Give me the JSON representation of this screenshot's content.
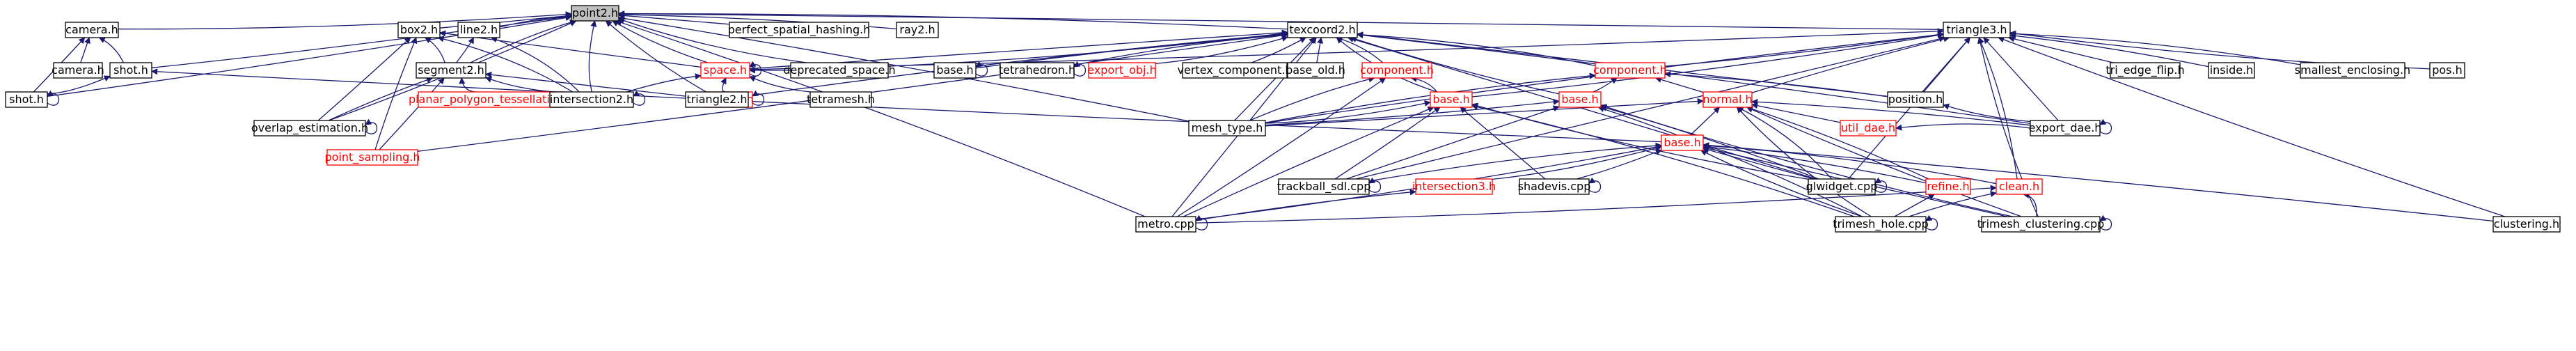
{
  "colors": {
    "edge": "#191970",
    "arrow": "#191970",
    "node_border": "#000000",
    "node_border_incomplete": "#ff0000",
    "node_fill": "#ffffff",
    "root_fill": "#bfbfbf",
    "text": "#000000",
    "text_incomplete": "#ff0000"
  },
  "nodes": [
    {
      "id": "point2",
      "label": "point2.h",
      "root": true
    },
    {
      "id": "camera",
      "label": "camera.h"
    },
    {
      "id": "camera2",
      "label": "camera.h"
    },
    {
      "id": "shot",
      "label": "shot.h"
    },
    {
      "id": "shot2",
      "label": "shot.h"
    },
    {
      "id": "box2",
      "label": "box2.h"
    },
    {
      "id": "line2",
      "label": "line2.h"
    },
    {
      "id": "segment2",
      "label": "segment2.h"
    },
    {
      "id": "planar",
      "label": "planar_polygon_tessellation.h",
      "incomplete": true
    },
    {
      "id": "intersection2",
      "label": "intersection2.h"
    },
    {
      "id": "overlap",
      "label": "overlap_estimation.h"
    },
    {
      "id": "point_sampling",
      "label": "point_sampling.h",
      "incomplete": true
    },
    {
      "id": "perfect",
      "label": "perfect_spatial_hashing.h"
    },
    {
      "id": "ray2",
      "label": "ray2.h"
    },
    {
      "id": "texcoord2",
      "label": "texcoord2.h"
    },
    {
      "id": "space",
      "label": "space.h",
      "incomplete": true
    },
    {
      "id": "deprecated",
      "label": "deprecated_space.h"
    },
    {
      "id": "addons",
      "label": "addons.h",
      "incomplete": true
    },
    {
      "id": "tetramesh",
      "label": "tetramesh.h"
    },
    {
      "id": "triangle2",
      "label": "triangle2.h"
    },
    {
      "id": "base_h1",
      "label": "base.h"
    },
    {
      "id": "tetrahedron",
      "label": "tetrahedron.h"
    },
    {
      "id": "export_obj",
      "label": "export_obj.h",
      "incomplete": true
    },
    {
      "id": "vertex_component",
      "label": "vertex_component.h"
    },
    {
      "id": "base_old",
      "label": "base_old.h"
    },
    {
      "id": "component1",
      "label": "component.h",
      "incomplete": true
    },
    {
      "id": "component2",
      "label": "component.h",
      "incomplete": true
    },
    {
      "id": "base_h2",
      "label": "base.h",
      "incomplete": true
    },
    {
      "id": "base_h3",
      "label": "base.h",
      "incomplete": true
    },
    {
      "id": "normal",
      "label": "normal.h",
      "incomplete": true
    },
    {
      "id": "base_h4",
      "label": "base.h",
      "incomplete": true
    },
    {
      "id": "mesh_type",
      "label": "mesh_type.h"
    },
    {
      "id": "util_dae",
      "label": "util_dae.h",
      "incomplete": true
    },
    {
      "id": "export_dae",
      "label": "export_dae.h"
    },
    {
      "id": "position",
      "label": "position.h"
    },
    {
      "id": "triangle3",
      "label": "triangle3.h"
    },
    {
      "id": "tri_edge_flip",
      "label": "tri_edge_flip.h"
    },
    {
      "id": "inside",
      "label": "inside.h"
    },
    {
      "id": "smallest",
      "label": "smallest_enclosing.h"
    },
    {
      "id": "pos",
      "label": "pos.h"
    },
    {
      "id": "trackball_sdl",
      "label": "trackball_sdl.cpp"
    },
    {
      "id": "intersection3",
      "label": "intersection3.h",
      "incomplete": true
    },
    {
      "id": "shadevis",
      "label": "shadevis.cpp"
    },
    {
      "id": "glwidget",
      "label": "glwidget.cpp"
    },
    {
      "id": "refine",
      "label": "refine.h",
      "incomplete": true
    },
    {
      "id": "clean",
      "label": "clean.h",
      "incomplete": true
    },
    {
      "id": "metro",
      "label": "metro.cpp"
    },
    {
      "id": "trimesh_hole",
      "label": "trimesh_hole.cpp"
    },
    {
      "id": "trimesh_clustering",
      "label": "trimesh_clustering.cpp"
    },
    {
      "id": "clustering",
      "label": "clustering.h"
    }
  ],
  "edges": [
    [
      "point2",
      "camera"
    ],
    [
      "point2",
      "shot"
    ],
    [
      "point2",
      "box2"
    ],
    [
      "point2",
      "line2"
    ],
    [
      "point2",
      "segment2"
    ],
    [
      "point2",
      "intersection2"
    ],
    [
      "point2",
      "triangle2"
    ],
    [
      "point2",
      "perfect"
    ],
    [
      "point2",
      "ray2"
    ],
    [
      "point2",
      "texcoord2"
    ],
    [
      "point2",
      "deprecated"
    ],
    [
      "point2",
      "space"
    ],
    [
      "point2",
      "triangle3"
    ],
    [
      "point2",
      "mesh_type"
    ],
    [
      "point2",
      "metro"
    ],
    [
      "point2",
      "overlap"
    ],
    [
      "point2",
      "shot2"
    ],
    [
      "camera",
      "camera2"
    ],
    [
      "camera",
      "shot"
    ],
    [
      "camera",
      "shot2"
    ],
    [
      "shot",
      "shot2"
    ],
    [
      "shot",
      "base_h4"
    ],
    [
      "shot2",
      "shot2"
    ],
    [
      "box2",
      "segment2"
    ],
    [
      "box2",
      "intersection2"
    ],
    [
      "box2",
      "overlap"
    ],
    [
      "box2",
      "point_sampling"
    ],
    [
      "box2",
      "space"
    ],
    [
      "line2",
      "segment2"
    ],
    [
      "line2",
      "intersection2"
    ],
    [
      "segment2",
      "planar"
    ],
    [
      "segment2",
      "intersection2"
    ],
    [
      "segment2",
      "triangle2"
    ],
    [
      "segment2",
      "overlap"
    ],
    [
      "segment2",
      "point_sampling"
    ],
    [
      "intersection2",
      "intersection2"
    ],
    [
      "overlap",
      "overlap"
    ],
    [
      "texcoord2",
      "space"
    ],
    [
      "texcoord2",
      "base_h1"
    ],
    [
      "texcoord2",
      "tetrahedron"
    ],
    [
      "texcoord2",
      "export_obj"
    ],
    [
      "texcoord2",
      "vertex_component"
    ],
    [
      "texcoord2",
      "base_old"
    ],
    [
      "texcoord2",
      "component1"
    ],
    [
      "texcoord2",
      "component2"
    ],
    [
      "texcoord2",
      "base_h2"
    ],
    [
      "texcoord2",
      "base_h3"
    ],
    [
      "texcoord2",
      "position"
    ],
    [
      "texcoord2",
      "export_dae"
    ],
    [
      "texcoord2",
      "triangle2"
    ],
    [
      "texcoord2",
      "deprecated"
    ],
    [
      "texcoord2",
      "point_sampling"
    ],
    [
      "texcoord2",
      "glwidget"
    ],
    [
      "texcoord2",
      "metro"
    ],
    [
      "texcoord2",
      "mesh_type"
    ],
    [
      "space",
      "addons"
    ],
    [
      "space",
      "tetramesh"
    ],
    [
      "space",
      "deprecated"
    ],
    [
      "space",
      "intersection2"
    ],
    [
      "space",
      "space"
    ],
    [
      "addons",
      "addons"
    ],
    [
      "base_h1",
      "base_h1"
    ],
    [
      "tetrahedron",
      "tetrahedron"
    ],
    [
      "component1",
      "base_h2"
    ],
    [
      "component1",
      "mesh_type"
    ],
    [
      "component1",
      "metro"
    ],
    [
      "component2",
      "base_h3"
    ],
    [
      "component2",
      "normal"
    ],
    [
      "component2",
      "position"
    ],
    [
      "component2",
      "mesh_type"
    ],
    [
      "base_h2",
      "mesh_type"
    ],
    [
      "base_h2",
      "trackball_sdl"
    ],
    [
      "base_h2",
      "shadevis"
    ],
    [
      "base_h2",
      "metro"
    ],
    [
      "base_h2",
      "trimesh_hole"
    ],
    [
      "base_h2",
      "glwidget"
    ],
    [
      "base_h3",
      "mesh_type"
    ],
    [
      "base_h3",
      "trackball_sdl"
    ],
    [
      "base_h3",
      "glwidget"
    ],
    [
      "base_h3",
      "trimesh_hole"
    ],
    [
      "base_h3",
      "trimesh_clustering"
    ],
    [
      "normal",
      "base_h4"
    ],
    [
      "normal",
      "util_dae"
    ],
    [
      "normal",
      "export_dae"
    ],
    [
      "normal",
      "glwidget"
    ],
    [
      "normal",
      "trimesh_hole"
    ],
    [
      "normal",
      "trimesh_clustering"
    ],
    [
      "normal",
      "mesh_type"
    ],
    [
      "normal",
      "refine"
    ],
    [
      "base_h4",
      "trackball_sdl"
    ],
    [
      "base_h4",
      "intersection3"
    ],
    [
      "base_h4",
      "shadevis"
    ],
    [
      "base_h4",
      "glwidget"
    ],
    [
      "base_h4",
      "refine"
    ],
    [
      "base_h4",
      "clean"
    ],
    [
      "base_h4",
      "metro"
    ],
    [
      "base_h4",
      "trimesh_hole"
    ],
    [
      "base_h4",
      "trimesh_clustering"
    ],
    [
      "base_h4",
      "clustering"
    ],
    [
      "util_dae",
      "export_dae"
    ],
    [
      "export_dae",
      "export_dae"
    ],
    [
      "position",
      "export_dae"
    ],
    [
      "triangle3",
      "tri_edge_flip"
    ],
    [
      "triangle3",
      "inside"
    ],
    [
      "triangle3",
      "smallest"
    ],
    [
      "triangle3",
      "pos"
    ],
    [
      "triangle3",
      "component2"
    ],
    [
      "triangle3",
      "position"
    ],
    [
      "triangle3",
      "normal"
    ],
    [
      "triangle3",
      "clean"
    ],
    [
      "triangle3",
      "trimesh_clustering"
    ],
    [
      "triangle3",
      "clustering"
    ],
    [
      "triangle3",
      "export_dae"
    ],
    [
      "triangle3",
      "glwidget"
    ],
    [
      "triangle3",
      "mesh_type"
    ],
    [
      "triangle3",
      "base_h2"
    ],
    [
      "triangle3",
      "space"
    ],
    [
      "triangle3",
      "trackball_sdl"
    ],
    [
      "intersection3",
      "metro"
    ],
    [
      "trackball_sdl",
      "trackball_sdl"
    ],
    [
      "glwidget",
      "glwidget"
    ],
    [
      "shadevis",
      "shadevis"
    ],
    [
      "refine",
      "trimesh_hole"
    ],
    [
      "clean",
      "trimesh_hole"
    ],
    [
      "clean",
      "trimesh_clustering"
    ],
    [
      "clean",
      "metro"
    ],
    [
      "trimesh_hole",
      "trimesh_hole"
    ],
    [
      "trimesh_clustering",
      "trimesh_clustering"
    ],
    [
      "metro",
      "metro"
    ]
  ]
}
